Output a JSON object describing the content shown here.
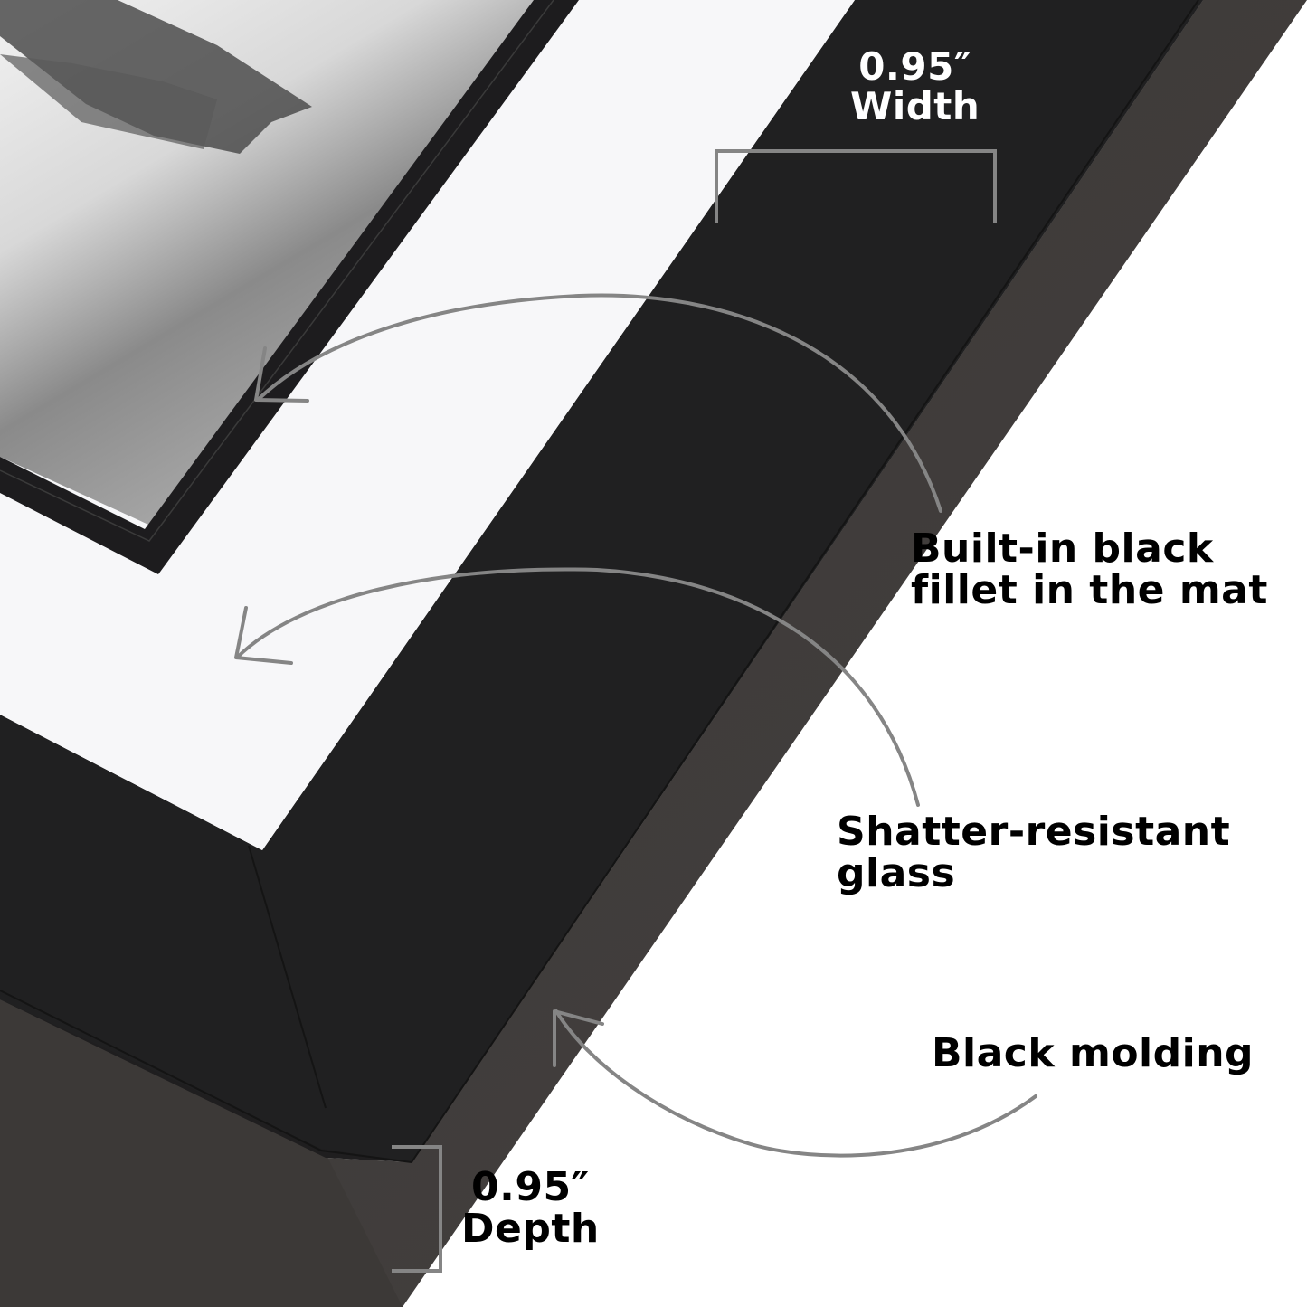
{
  "colors": {
    "background": "#ffffff",
    "frame_face": "#1f1e1f",
    "frame_side": "#3e3b39",
    "frame_side_highlight": "#4a4644",
    "mat": "#f7f7f9",
    "fillet": "#1d1c1e",
    "annotation_line": "#7d7d7d",
    "text_dark": "#000000",
    "text_light": "#ffffff"
  },
  "labels": {
    "width": {
      "value": "0.95″",
      "caption": "Width"
    },
    "fillet": {
      "line1": "Built-in black",
      "line2": "fillet in the mat"
    },
    "glass": {
      "line1": "Shatter-resistant",
      "line2": "glass"
    },
    "molding": {
      "line1": "Black molding"
    },
    "depth": {
      "value": "0.95″",
      "caption": "Depth"
    }
  },
  "icons": {
    "width_bracket": "bracket-icon",
    "depth_bracket": "bracket-icon",
    "fillet_arrow": "curved-arrow-icon",
    "glass_arrow": "curved-arrow-icon",
    "molding_arrow": "curved-arrow-icon"
  }
}
